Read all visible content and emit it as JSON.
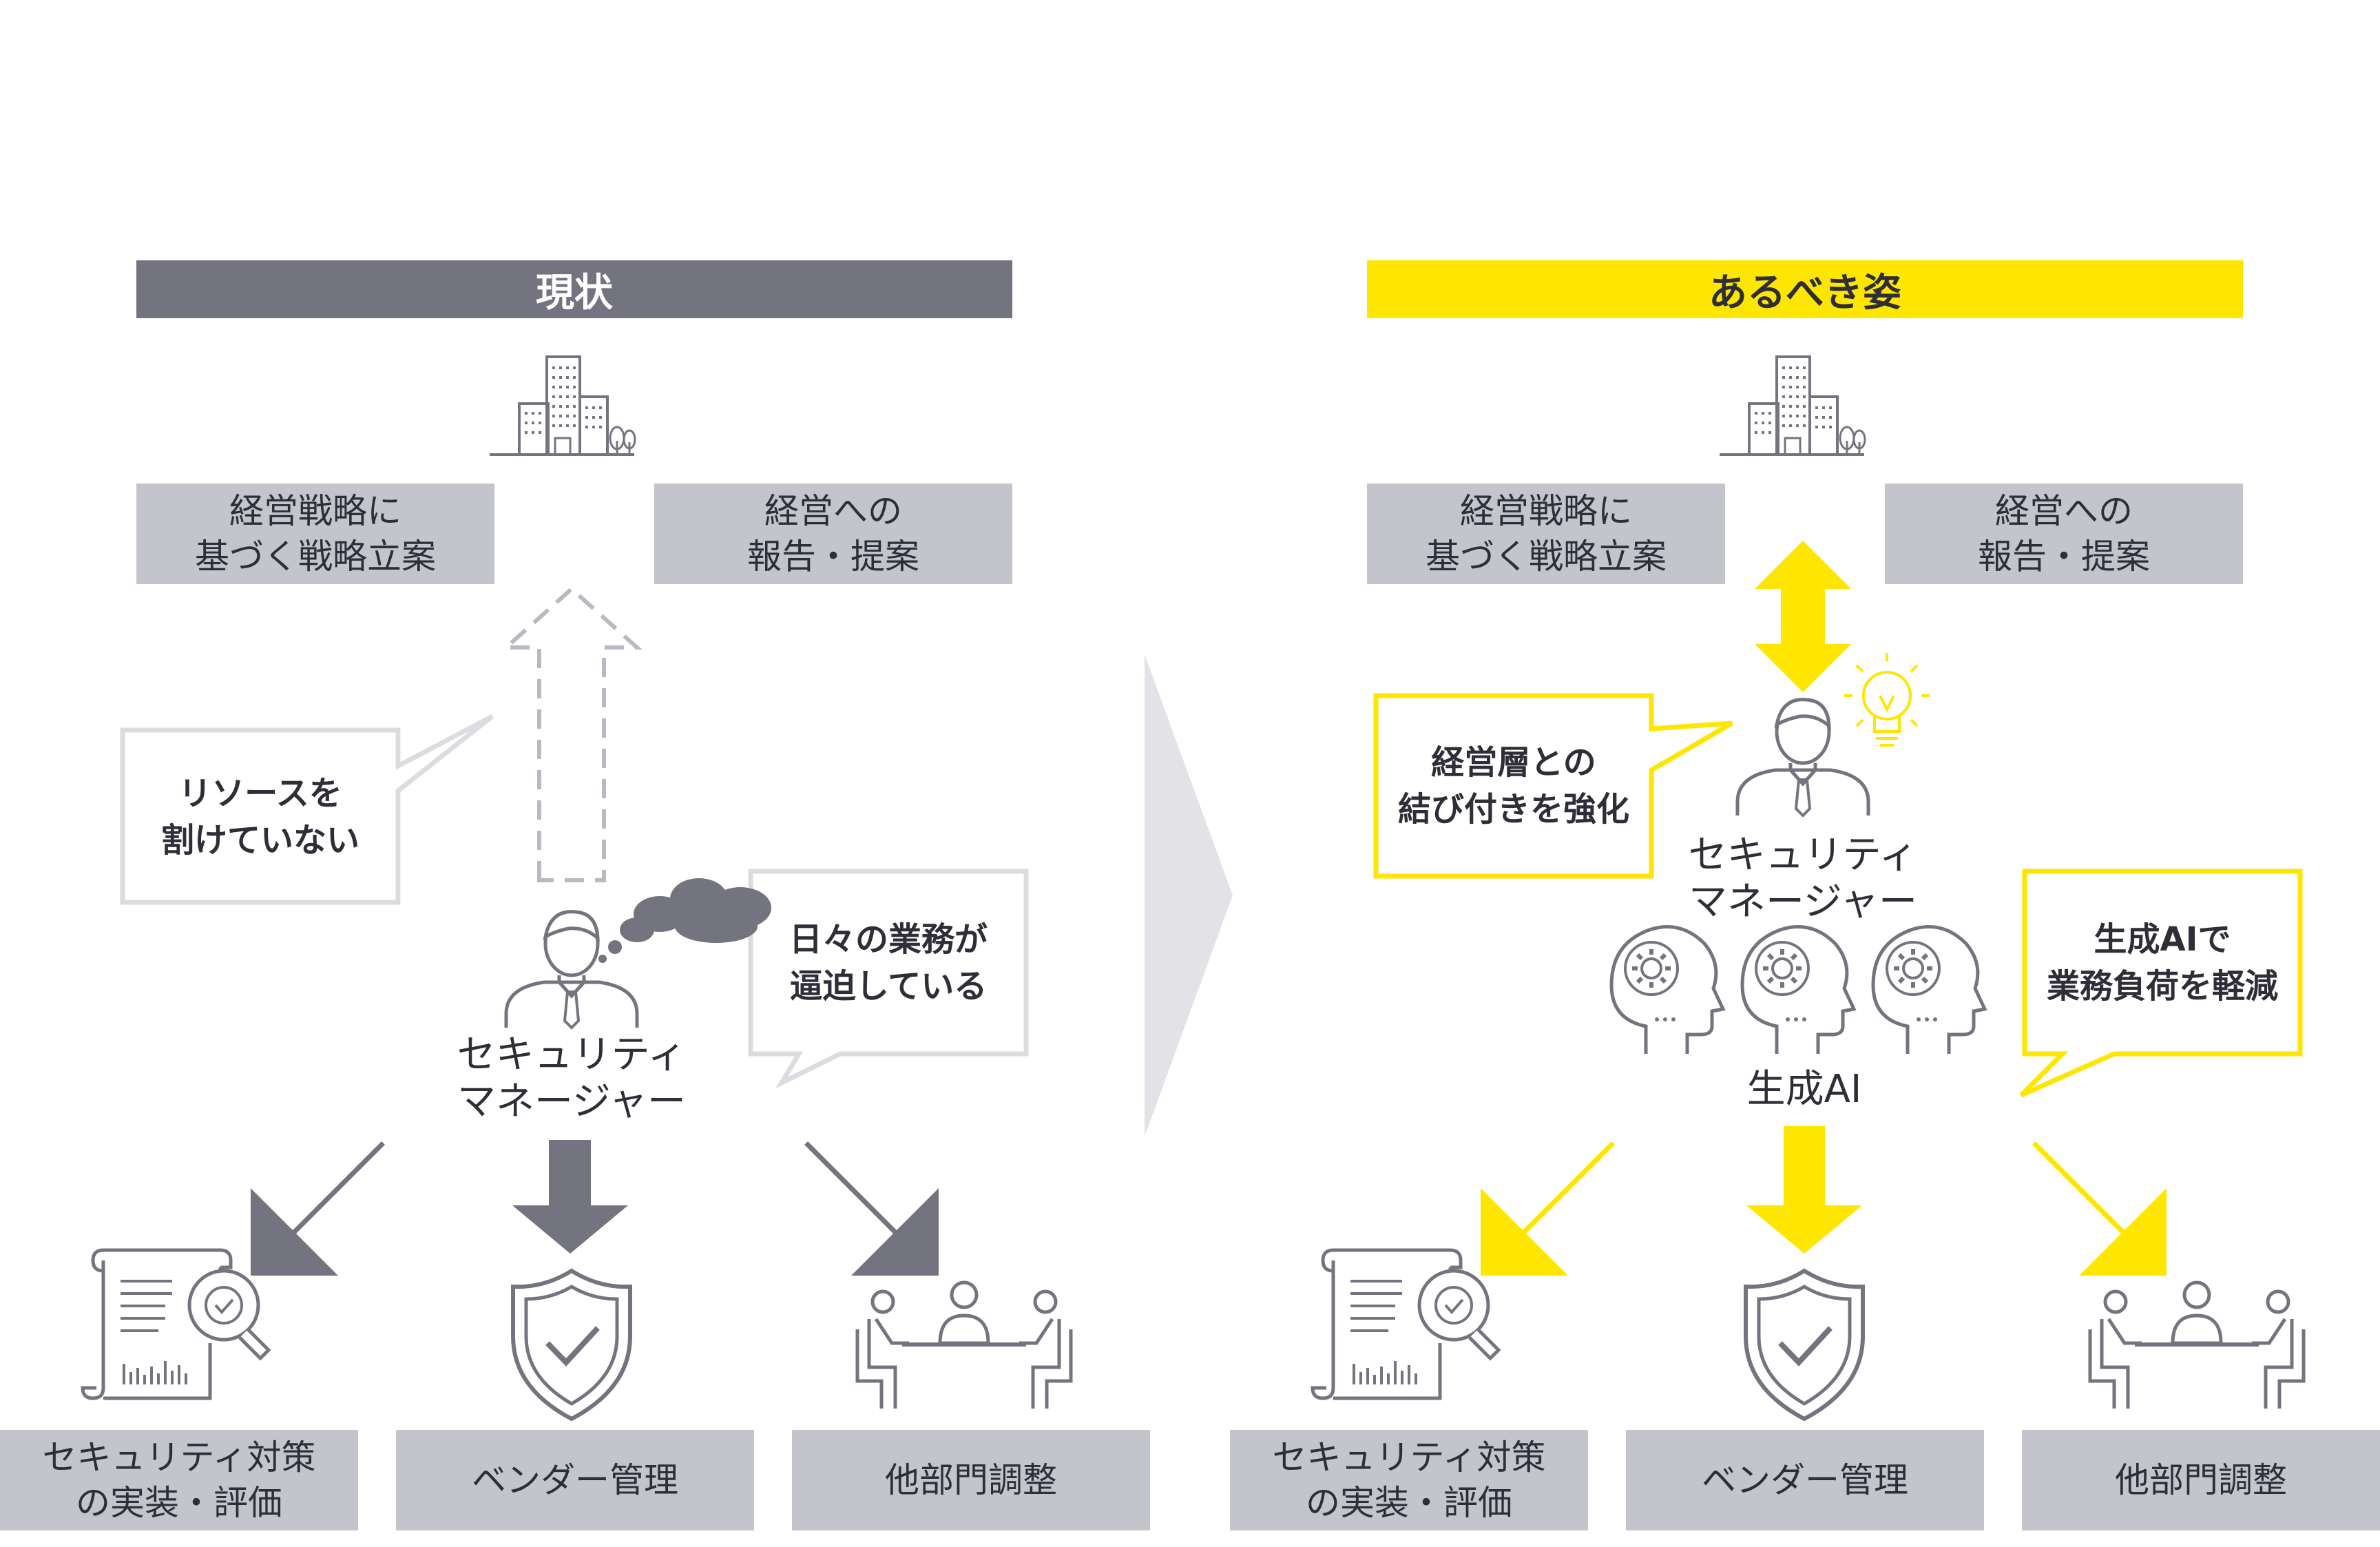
{
  "current": {
    "header": "現状",
    "top_left_box": "経営戦略に\n基づく戦略立案",
    "top_right_box": "経営への\n報告・提案",
    "bubble_left": "リソースを\n割けていない",
    "bubble_right": "日々の業務が\n逼迫している",
    "person_label": "セキュリティ\nマネージャー",
    "bottom_boxes": [
      "セキュリティ対策\nの実装・評価",
      "ベンダー管理",
      "他部門調整"
    ]
  },
  "ideal": {
    "header": "あるべき姿",
    "top_left_box": "経営戦略に\n基づく戦略立案",
    "top_right_box": "経営への\n報告・提案",
    "bubble_left": "経営層との\n結び付きを強化",
    "bubble_right": "生成AIで\n業務負荷を軽減",
    "person_label": "セキュリティ\nマネージャー",
    "ai_label": "生成AI",
    "bottom_boxes": [
      "セキュリティ対策\nの実装・評価",
      "ベンダー管理",
      "他部門調整"
    ]
  },
  "colors": {
    "gray_header": "#747480",
    "yellow": "#ffe600",
    "box_gray": "#c4c4cd",
    "dark_arrow": "#747480",
    "icon_stroke": "#747480"
  }
}
